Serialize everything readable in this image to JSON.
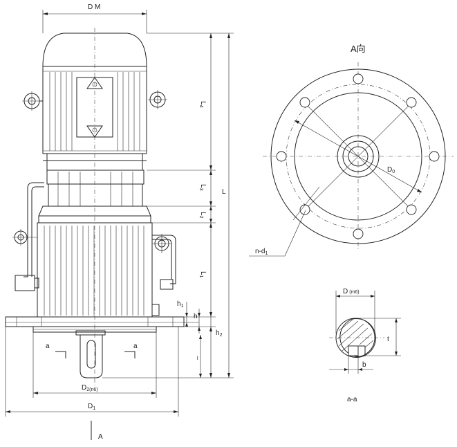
{
  "labels": {
    "dm": "D M",
    "l4": "L",
    "l4_sub": "4",
    "l3": "L",
    "l3_sub": "3",
    "l2": "L",
    "l2_sub": "2",
    "l1": "L",
    "l1_sub": "1",
    "l": "L",
    "h1": "h",
    "h1_sub": "1",
    "h": "h",
    "h2": "h",
    "h2_sub": "2",
    "l_small": "l",
    "a_left": "a",
    "a_right": "a",
    "d2": "D",
    "d2_sub": "2(n6)",
    "d1": "D",
    "d1_sub": "1",
    "a_arrow": "A",
    "view_a": "A向",
    "d0": "D",
    "d0_sub": "0",
    "nd1": "n-d",
    "nd1_sub": "1",
    "dm6": "D",
    "dm6_sub": "(m6)",
    "t": "t",
    "b": "b",
    "section": "a-a"
  }
}
